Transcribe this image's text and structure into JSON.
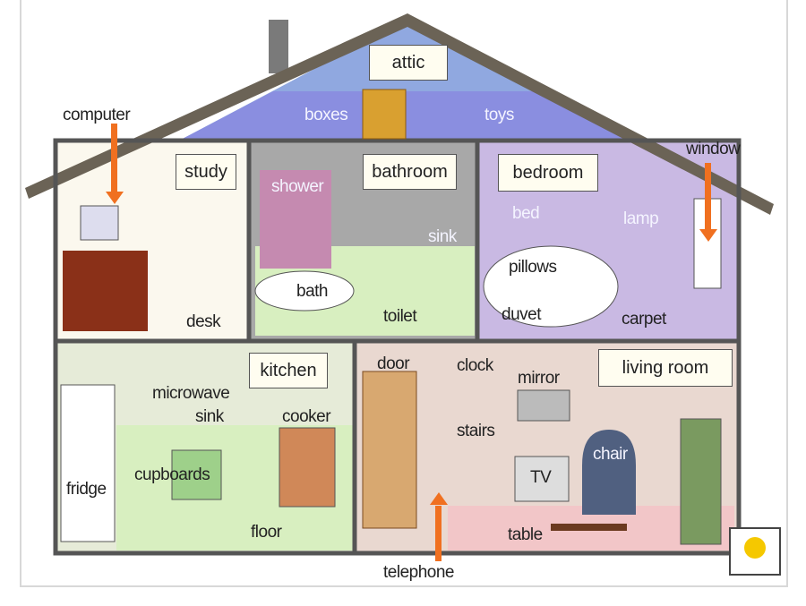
{
  "rooms": {
    "attic": "attic",
    "study": "study",
    "bathroom": "bathroom",
    "bedroom": "bedroom",
    "kitchen": "kitchen",
    "living_room": "living room"
  },
  "items": {
    "computer": "computer",
    "window": "window",
    "boxes": "boxes",
    "toys": "toys",
    "shower": "shower",
    "bed": "bed",
    "lamp": "lamp",
    "sink_bathroom": "sink",
    "bath": "bath",
    "toilet": "toilet",
    "pillows": "pillows",
    "duvet": "duvet",
    "carpet": "carpet",
    "desk": "desk",
    "microwave": "microwave",
    "sink_kitchen": "sink",
    "cooker": "cooker",
    "cupboards": "cupboards",
    "fridge": "fridge",
    "floor": "floor",
    "door": "door",
    "clock": "clock",
    "mirror": "mirror",
    "stairs": "stairs",
    "tv": "TV",
    "chair": "chair",
    "table": "table",
    "telephone": "telephone"
  },
  "colors": {
    "arrow": "#f07020",
    "roof": "#6b6356",
    "attic": "#8a8ee0",
    "bedroom": "#c9b9e3",
    "living": "#e9d8d0"
  }
}
